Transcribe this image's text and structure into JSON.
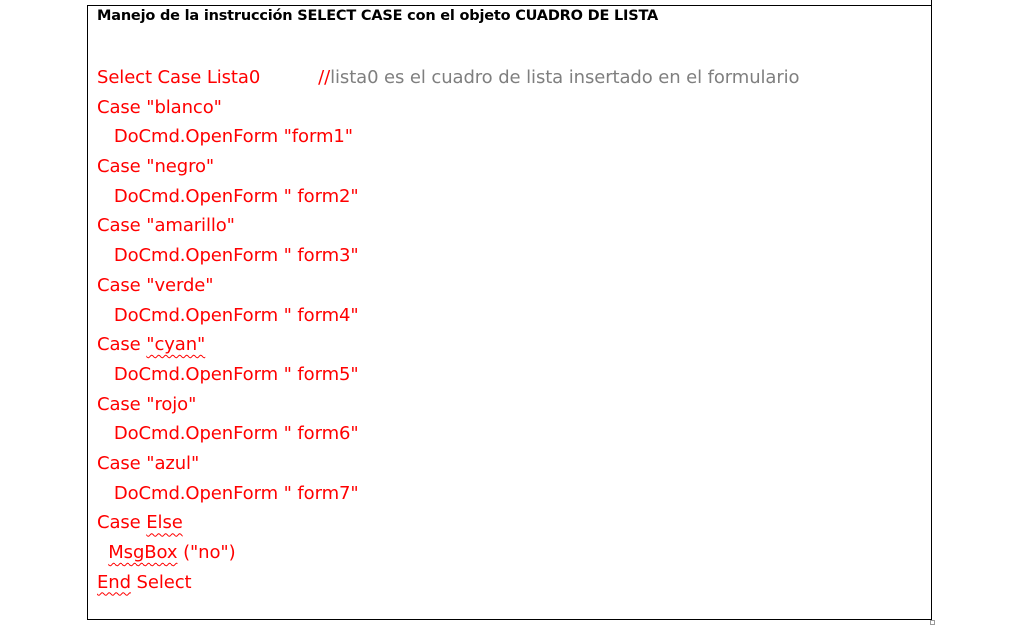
{
  "title": "Manejo de la instrucción SELECT CASE con el objeto  CUADRO DE LISTA",
  "code": {
    "select_line": "Select Case Lista0",
    "comment_slashes": "//",
    "comment_text": "lista0 es el cuadro de lista insertado en el formulario",
    "case_prefix": "Case ",
    "cases": [
      {
        "value": "\"blanco\"",
        "action": "   DoCmd.OpenForm \"form1\""
      },
      {
        "value": "\"negro\"",
        "action": "   DoCmd.OpenForm \" form2\""
      },
      {
        "value": "\"amarillo\"",
        "action": "   DoCmd.OpenForm \" form3\""
      },
      {
        "value": "\"verde\"",
        "action": "   DoCmd.OpenForm \" form4\""
      },
      {
        "value": "\"cyan\"",
        "action": "   DoCmd.OpenForm \" form5\""
      },
      {
        "value": "\"rojo\"",
        "action": "   DoCmd.OpenForm \" form6\""
      },
      {
        "value": "\"azul\"",
        "action": "   DoCmd.OpenForm \" form7\""
      }
    ],
    "case_else_prefix": "Case ",
    "else_word": "Else",
    "msgbox_indent": "  ",
    "msgbox_word": "MsgBox",
    "msgbox_args": " (\"no\")",
    "end_word": "End",
    "end_rest": " Select"
  },
  "colors": {
    "code": "#ff0000",
    "comment": "#7f7f7f",
    "title": "#000000"
  }
}
